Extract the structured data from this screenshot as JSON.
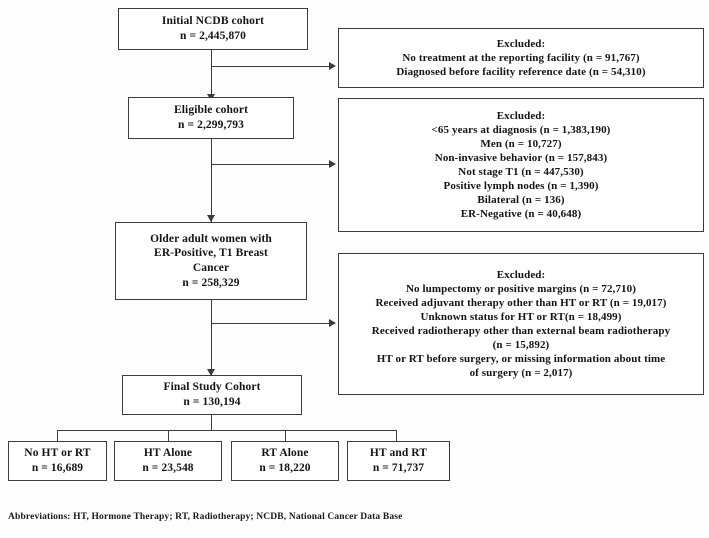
{
  "diagram": {
    "title": "Study cohort selection flow diagram",
    "type": "flowchart",
    "accent_color": "#3b3b3b",
    "background_color": "#ffffff"
  },
  "main_flow": [
    {
      "id": "initial-cohort",
      "lines": [
        "Initial NCDB cohort",
        "n = 2,445,870"
      ],
      "label": "Initial NCDB cohort",
      "n": "n = 2,445,870"
    },
    {
      "id": "eligible-cohort",
      "lines": [
        "Eligible cohort",
        "n = 2,299,793"
      ],
      "label": "Eligible cohort",
      "n": "n = 2,299,793"
    },
    {
      "id": "older-adult-women",
      "lines": [
        "Older adult women with",
        "ER-Positive, T1 Breast",
        "Cancer",
        "n = 258,329"
      ],
      "label": "Older adult women with ER-Positive, T1 Breast Cancer",
      "n": "n = 258,329"
    },
    {
      "id": "final-study-cohort",
      "lines": [
        "Final Study Cohort",
        "n = 130,194"
      ],
      "label": "Final Study Cohort",
      "n": "n = 130,194"
    }
  ],
  "exclusions": [
    {
      "id": "exclusion-1",
      "heading": "Excluded:",
      "lines": [
        "No treatment at the reporting facility  (n = 91,767)",
        "Diagnosed before facility reference date (n = 54,310)"
      ]
    },
    {
      "id": "exclusion-2",
      "heading": "Excluded:",
      "lines": [
        "<65 years at diagnosis (n = 1,383,190)",
        "Men (n = 10,727)",
        "Non-invasive behavior (n = 157,843)",
        "Not stage T1 (n = 447,530)",
        "Positive lymph nodes (n = 1,390)",
        "Bilateral  (n = 136)",
        "ER-Negative  (n = 40,648)"
      ]
    },
    {
      "id": "exclusion-3",
      "heading": "Excluded:",
      "lines": [
        "No lumpectomy or positive margins  (n = 72,710)",
        "Received adjuvant therapy other than HT or RT (n = 19,017)",
        "Unknown status for HT or RT(n = 18,499)",
        "Received radiotherapy other than external beam radiotherapy",
        "(n = 15,892)",
        "HT or RT before surgery, or missing information about time",
        "of surgery (n = 2,017)"
      ]
    }
  ],
  "terminal_groups": [
    {
      "id": "group-no-ht-or-rt",
      "lines": [
        "No HT or RT",
        "n = 16,689"
      ],
      "label": "No HT or RT",
      "n": "n = 16,689"
    },
    {
      "id": "group-ht-alone",
      "lines": [
        "HT Alone",
        "n = 23,548"
      ],
      "label": "HT Alone",
      "n": "n = 23,548"
    },
    {
      "id": "group-rt-alone",
      "lines": [
        "RT Alone",
        "n = 18,220"
      ],
      "label": "RT Alone",
      "n": "n = 18,220"
    },
    {
      "id": "group-ht-and-rt",
      "lines": [
        "HT and RT",
        "n = 71,737"
      ],
      "label": "HT and RT",
      "n": "n = 71,737"
    }
  ],
  "footnote": {
    "text": "Abbreviations:  HT, Hormone Therapy;  RT, Radiotherapy;  NCDB, National Cancer Data Base"
  }
}
